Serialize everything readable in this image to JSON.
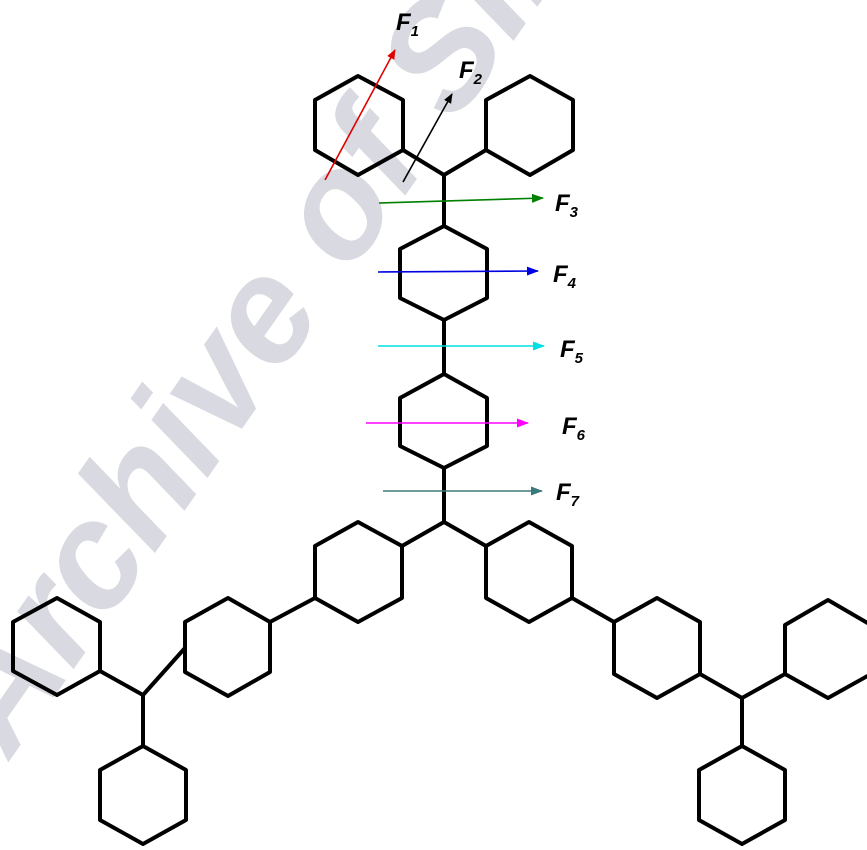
{
  "watermark": {
    "text": "Archive of SID",
    "color": "#b9bcc8"
  },
  "forces": [
    {
      "id": "F1",
      "base": "F",
      "sub": "1",
      "color": "#e00000"
    },
    {
      "id": "F2",
      "base": "F",
      "sub": "2",
      "color": "#000000"
    },
    {
      "id": "F3",
      "base": "F",
      "sub": "3",
      "color": "#008000"
    },
    {
      "id": "F4",
      "base": "F",
      "sub": "4",
      "color": "#0000e0"
    },
    {
      "id": "F5",
      "base": "F",
      "sub": "5",
      "color": "#00e0e0"
    },
    {
      "id": "F6",
      "base": "F",
      "sub": "6",
      "color": "#ff00ff"
    },
    {
      "id": "F7",
      "base": "F",
      "sub": "7",
      "color": "#3a7a7a"
    }
  ]
}
